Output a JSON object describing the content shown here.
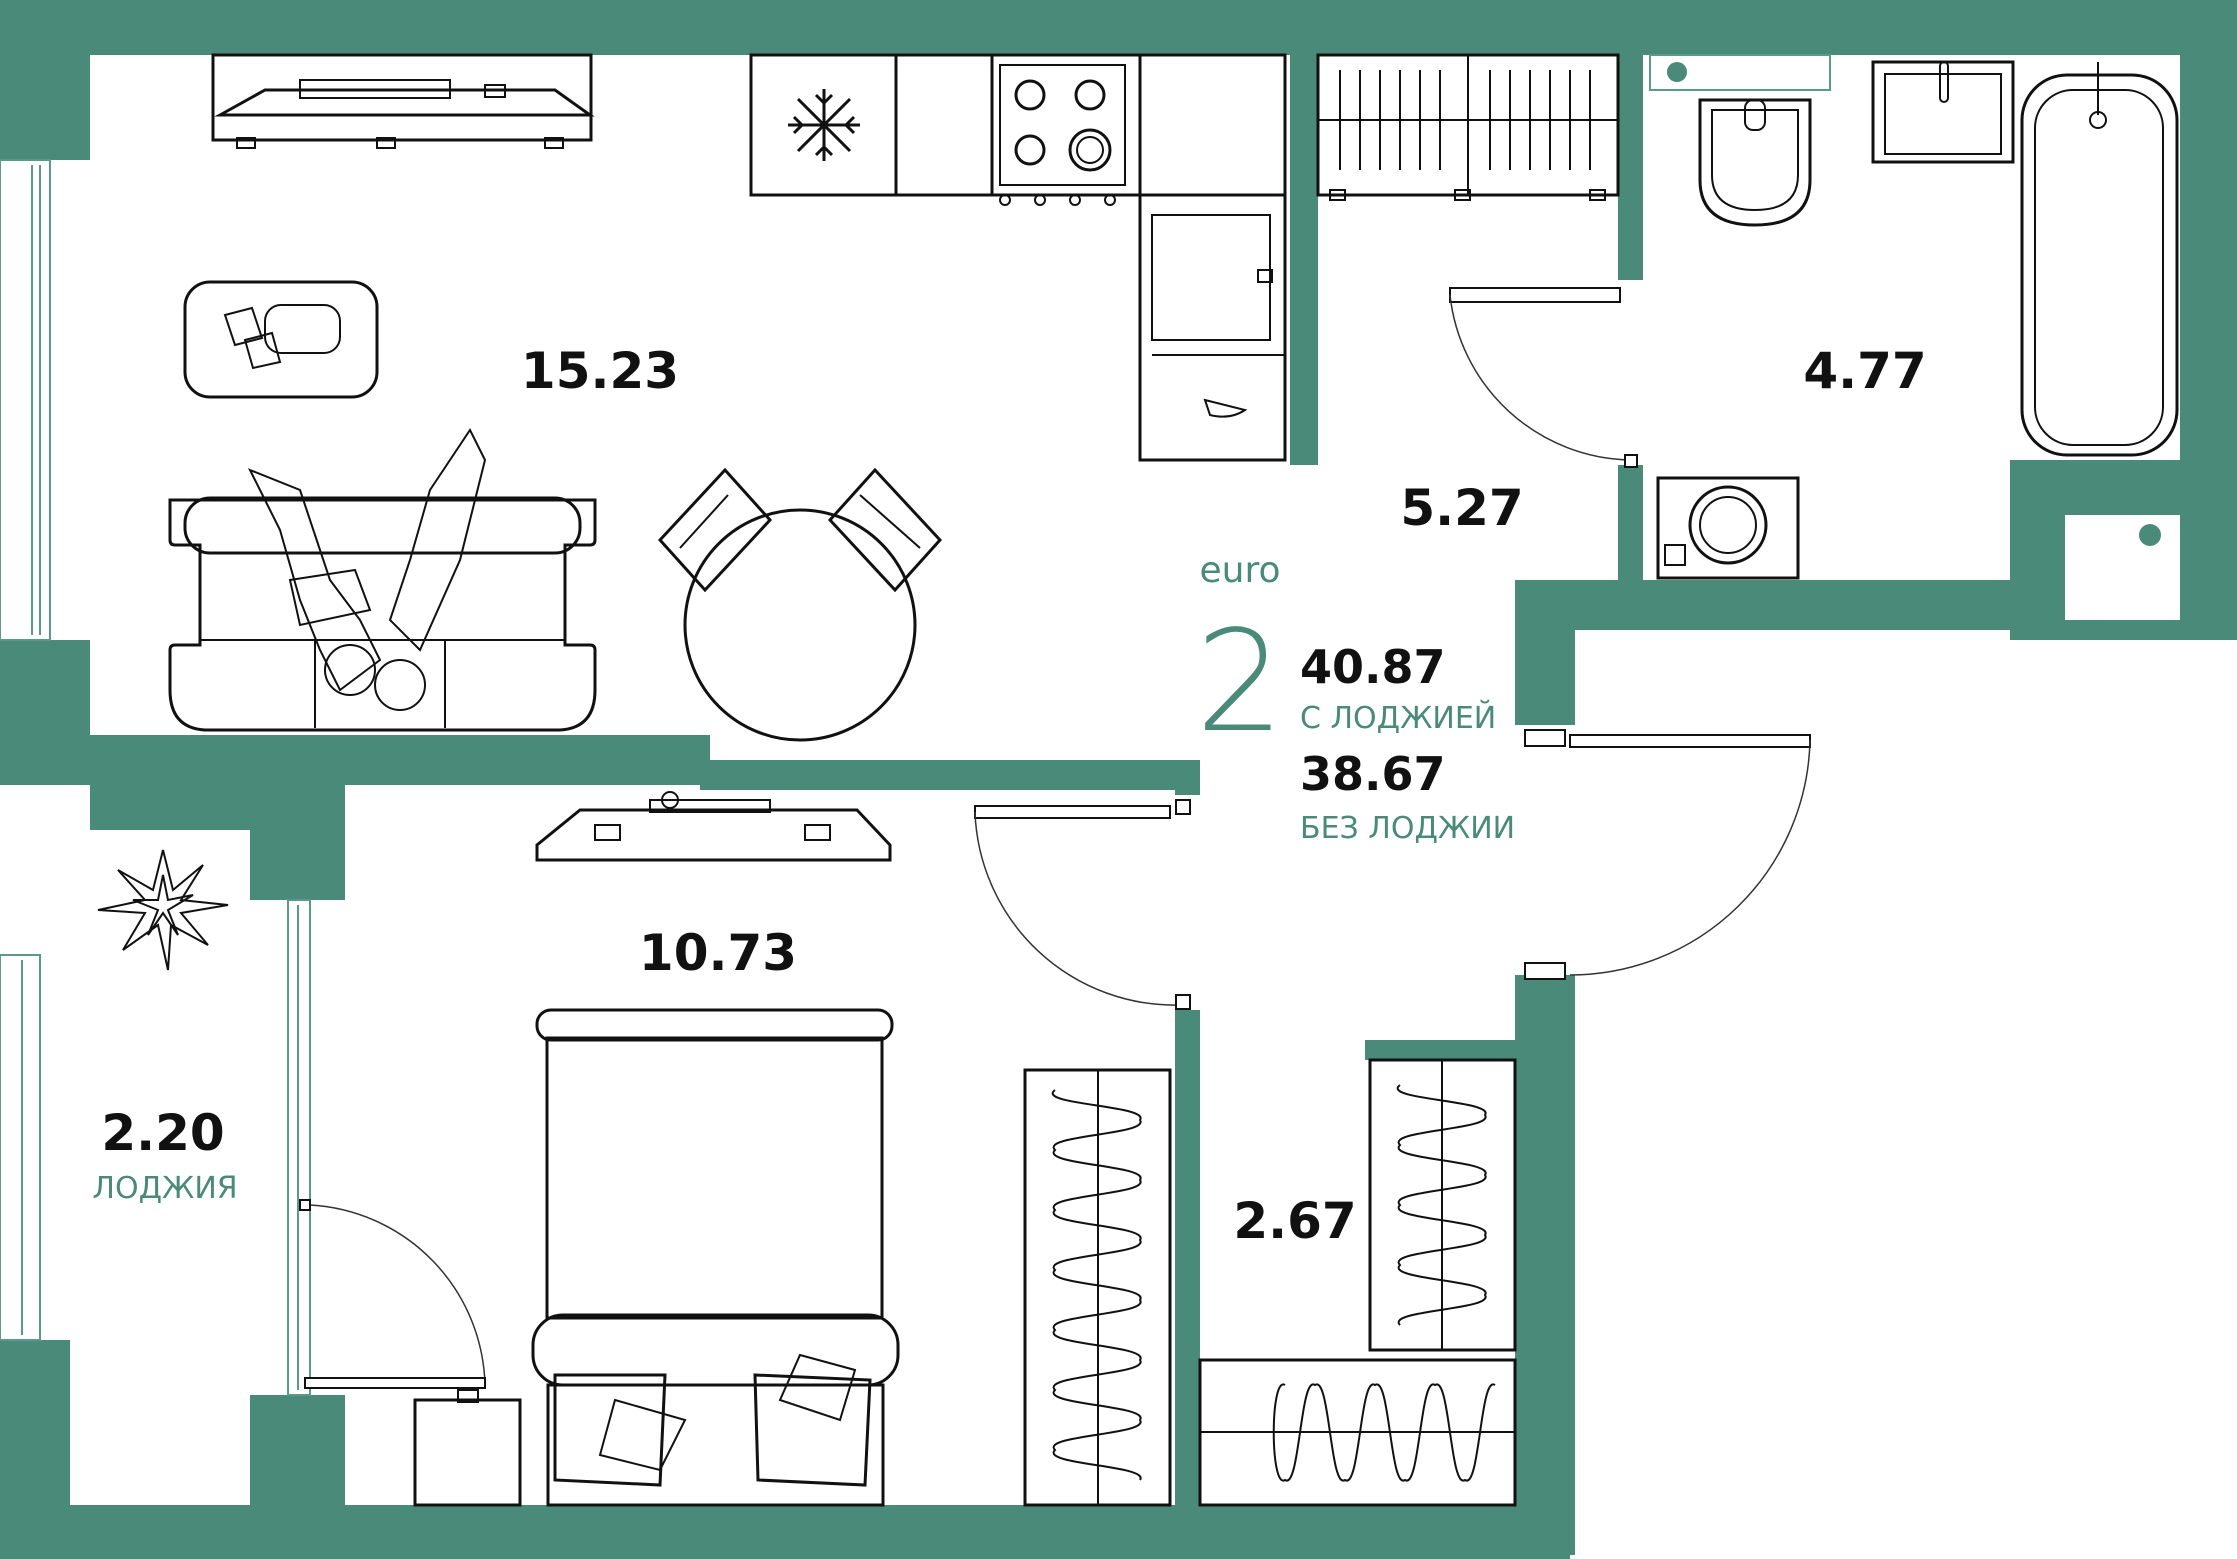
{
  "apartment": {
    "type_label": "euro",
    "rooms": "2",
    "area_with_loggia": "40.87",
    "with_loggia_label": "С ЛОДЖИЕЙ",
    "area_without_loggia": "38.67",
    "without_loggia_label": "БЕЗ ЛОДЖИИ"
  },
  "rooms": {
    "living_kitchen": "15.23",
    "bathroom": "4.77",
    "hall": "5.27",
    "bedroom": "10.73",
    "corridor": "2.67",
    "loggia": "2.20",
    "loggia_label": "ЛОДЖИЯ"
  },
  "colors": {
    "wall": "#4a8a78",
    "line": "#111111",
    "background": "#ffffff"
  }
}
